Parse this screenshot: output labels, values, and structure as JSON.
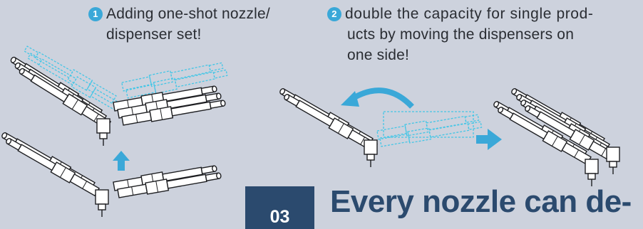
{
  "step1": {
    "number": "1",
    "line1": "Adding one-shot nozzle/",
    "line2": "dispenser set!"
  },
  "step2": {
    "number": "2",
    "line1": "double the capacity for single prod-",
    "line2": "ucts by moving the dispensers on",
    "line3": "one side!"
  },
  "section": {
    "number": "03",
    "headline": "Every nozzle can de-"
  },
  "colors": {
    "background": "#cdd2dd",
    "accent_arrow": "#3aa8d8",
    "dashed_outline": "#44c6e6",
    "headline": "#2b4a6e",
    "line_art": "#1e1f22"
  },
  "icons": [
    "dispenser-line-art",
    "up-arrow-icon",
    "rotate-arrow-icon",
    "right-arrow-icon"
  ]
}
